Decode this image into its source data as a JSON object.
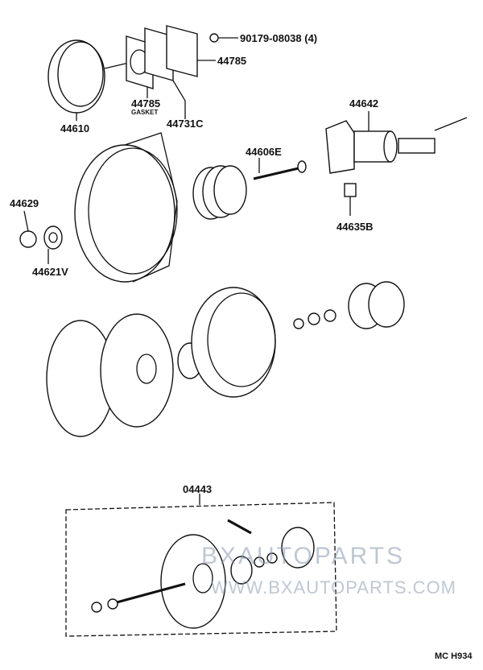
{
  "labels": {
    "bolt": "90179-08038 (4)",
    "plate_44785": "44785",
    "gasket_num": "44785",
    "gasket_word": "GASKET",
    "p44731c": "44731C",
    "p44610": "44610",
    "p44642": "44642",
    "p44606e": "44606E",
    "p44629": "44629",
    "p44635b": "44635B",
    "p44621v": "44621V",
    "kit_04443": "04443",
    "code": "MC H934"
  },
  "watermark": {
    "brand": "BXAUTOPARTS",
    "url": "WWW.BXAUTOPARTS.COM"
  }
}
